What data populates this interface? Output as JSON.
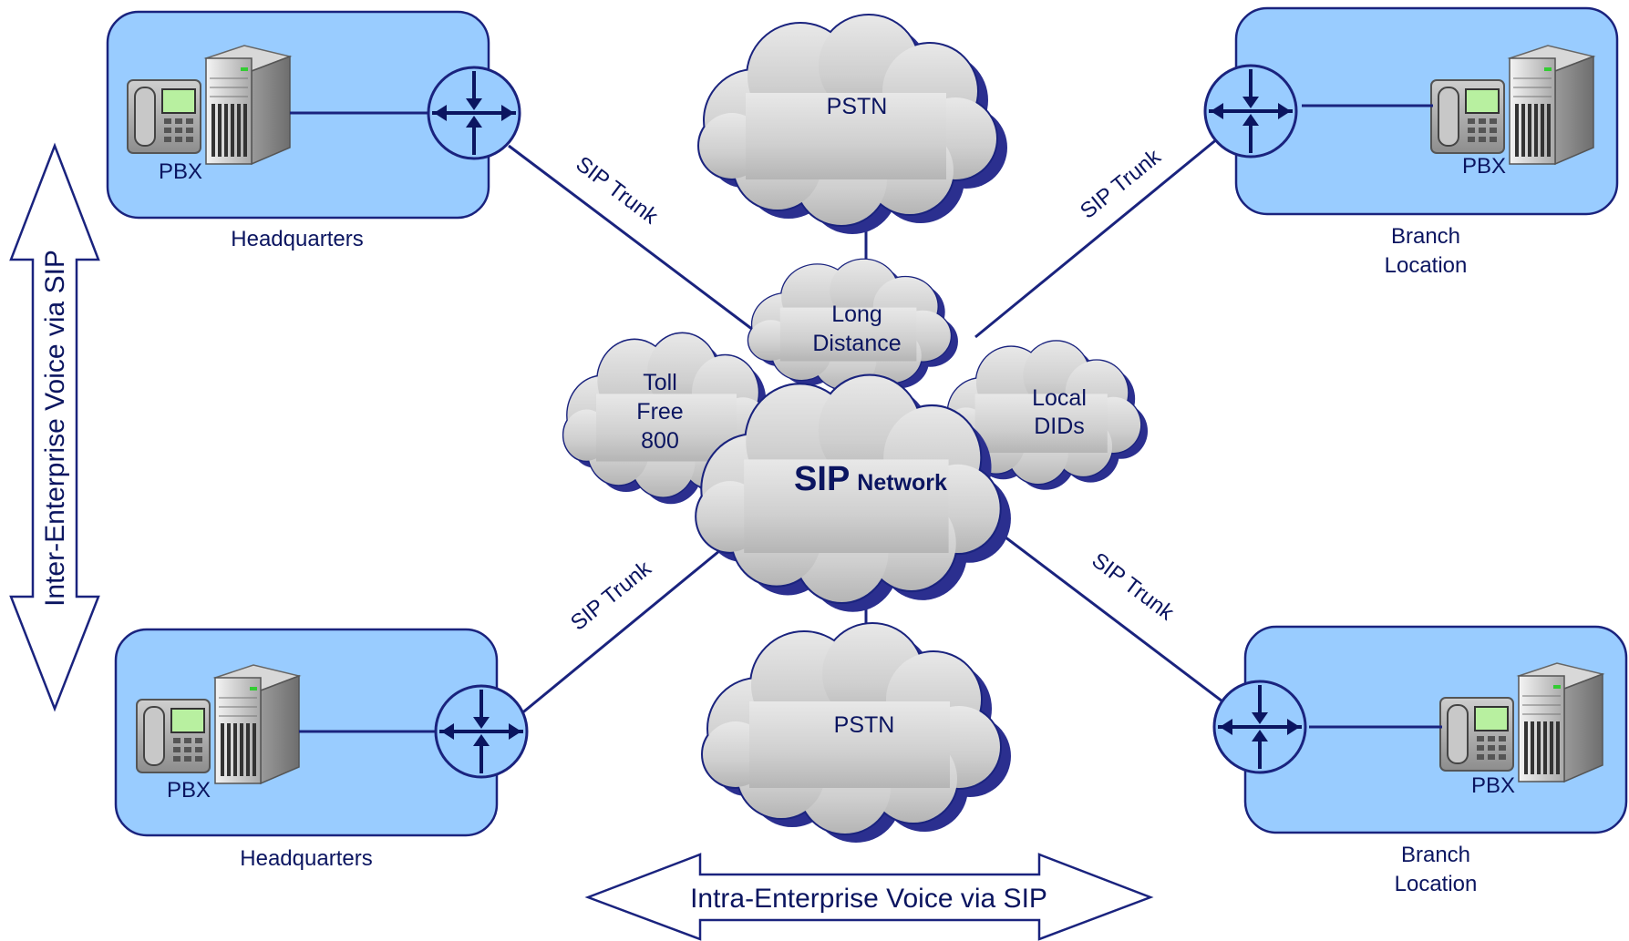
{
  "arrows": {
    "inter_label": "Inter-Enterprise Voice via SIP",
    "intra_label": "Intra-Enterprise Voice via SIP"
  },
  "sites": {
    "hq_top": {
      "pbx": "PBX",
      "name": "Headquarters"
    },
    "branch_top": {
      "pbx": "PBX",
      "name_line1": "Branch",
      "name_line2": "Location"
    },
    "hq_bottom": {
      "pbx": "PBX",
      "name": "Headquarters"
    },
    "branch_bottom": {
      "pbx": "PBX",
      "name_line1": "Branch",
      "name_line2": "Location"
    }
  },
  "clouds": {
    "pstn_top": "PSTN",
    "pstn_bottom": "PSTN",
    "long_distance_line1": "Long",
    "long_distance_line2": "Distance",
    "toll_free_line1": "Toll",
    "toll_free_line2": "Free",
    "toll_free_line3": "800",
    "local_dids_line1": "Local",
    "local_dids_line2": "DIDs",
    "sip_network_big": "SIP",
    "sip_network_small": "Network"
  },
  "trunks": {
    "top_left": "SIP Trunk",
    "top_right": "SIP Trunk",
    "bottom_left": "SIP Trunk",
    "bottom_right": "SIP Trunk"
  },
  "colors": {
    "site_fill": "#99ccff",
    "site_stroke": "#1a237e",
    "cloud_fill": "#cccccc",
    "cloud_shadow": "#2b2f8f",
    "line": "#1a237e",
    "router_fill": "#99ccff",
    "text": "#0b1560"
  },
  "icons": [
    "pbx-server-icon",
    "router-icon",
    "cloud-icon"
  ]
}
